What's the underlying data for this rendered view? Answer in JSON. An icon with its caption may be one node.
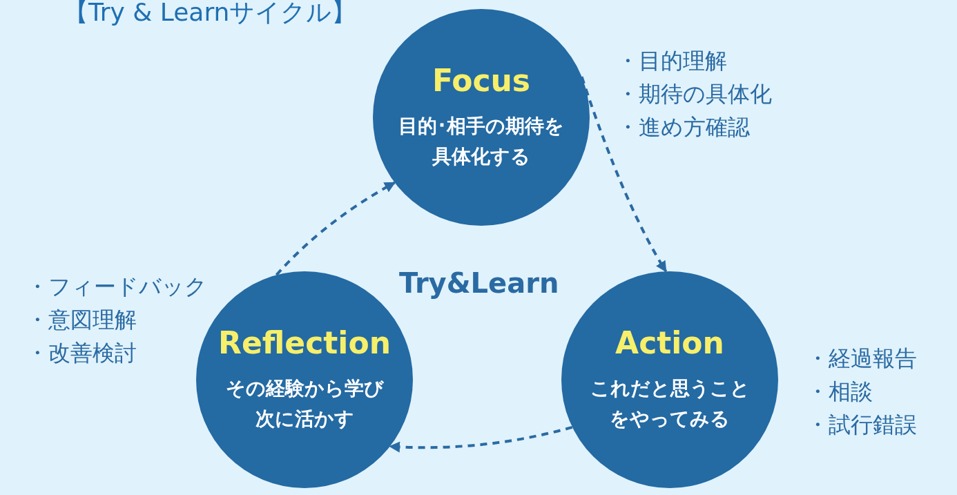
{
  "diagram": {
    "title": "【Try & Learnサイクル】",
    "nodes": [
      {
        "text": [
          "Focus",
          "目的･相手の期待を具体化する"
        ],
        "beside": [
          "・目的理解",
          "・期待の具体化",
          "・進め方確認"
        ]
      },
      {
        "text": [
          "Action",
          "これだと思うことをやってみる"
        ],
        "beside": [
          "・経過報告",
          "・相談",
          "・試行錯誤"
        ]
      },
      {
        "text": [
          "Reflection",
          "その経験から学び次に活かす"
        ],
        "beside": [
          "・フィードバック",
          "・意図理解",
          "・改善検討"
        ]
      }
    ],
    "edges": [
      {
        "from": 0,
        "to": 1,
        "arrow": "to",
        "style": "dashed"
      },
      {
        "from": 1,
        "to": 2,
        "arrow": "to",
        "style": "dashed"
      },
      {
        "from": 2,
        "to": 0,
        "arrow": "to",
        "style": "dashed"
      }
    ],
    "labels": [
      "Try&Learn"
    ]
  }
}
